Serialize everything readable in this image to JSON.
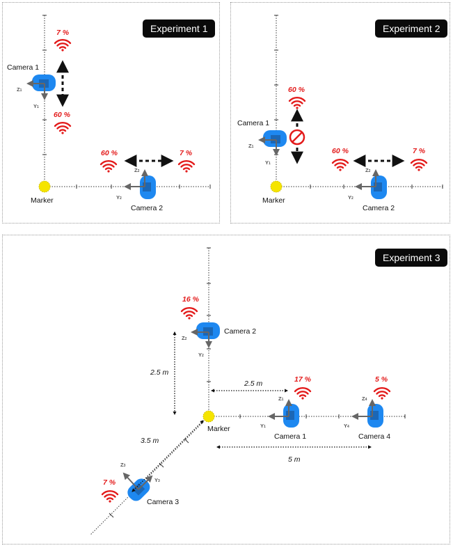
{
  "experiments": [
    {
      "title": "Experiment 1"
    },
    {
      "title": "Experiment 2"
    },
    {
      "title": "Experiment 3"
    }
  ],
  "exp1": {
    "marker": "Marker",
    "cam1": {
      "name": "Camera 1",
      "z": "Z",
      "zsub": "1",
      "y": "Y",
      "ysub": "1"
    },
    "cam2": {
      "name": "Camera 2",
      "z": "Z",
      "zsub": "2",
      "y": "Y",
      "ysub": "2"
    },
    "pct_vert_top": "7 %",
    "pct_vert_bottom": "60 %",
    "pct_horiz_left": "60 %",
    "pct_horiz_right": "7 %"
  },
  "exp2": {
    "marker": "Marker",
    "cam1": {
      "name": "Camera 1",
      "z": "Z",
      "zsub": "1",
      "y": "Y",
      "ysub": "1"
    },
    "cam2": {
      "name": "Camera 2",
      "z": "Z",
      "zsub": "2",
      "y": "Y",
      "ysub": "2"
    },
    "pct_vert_top": "60 %",
    "pct_horiz_left": "60 %",
    "pct_horiz_right": "7 %"
  },
  "exp3": {
    "marker": "Marker",
    "cam1": {
      "name": "Camera 1",
      "z": "Z",
      "zsub": "1",
      "y": "Y",
      "ysub": "1",
      "pct": "17 %"
    },
    "cam2": {
      "name": "Camera 2",
      "z": "Z",
      "zsub": "2",
      "y": "Y",
      "ysub": "2",
      "pct": "16 %"
    },
    "cam3": {
      "name": "Camera 3",
      "z": "Z",
      "zsub": "3",
      "y": "Y",
      "ysub": "3",
      "pct": "7 %"
    },
    "cam4": {
      "name": "Camera 4",
      "z": "Z",
      "zsub": "4",
      "y": "Y",
      "ysub": "4",
      "pct": "5 %"
    },
    "dist_vertical": "2.5 m",
    "dist_horizontal": "2.5 m",
    "dist_diagonal": "3.5 m",
    "dist_total": "5 m"
  },
  "colors": {
    "camera": "#1e88f0",
    "marker": "#f5e400",
    "signal": "#e31b1b",
    "axis": "#666666"
  }
}
